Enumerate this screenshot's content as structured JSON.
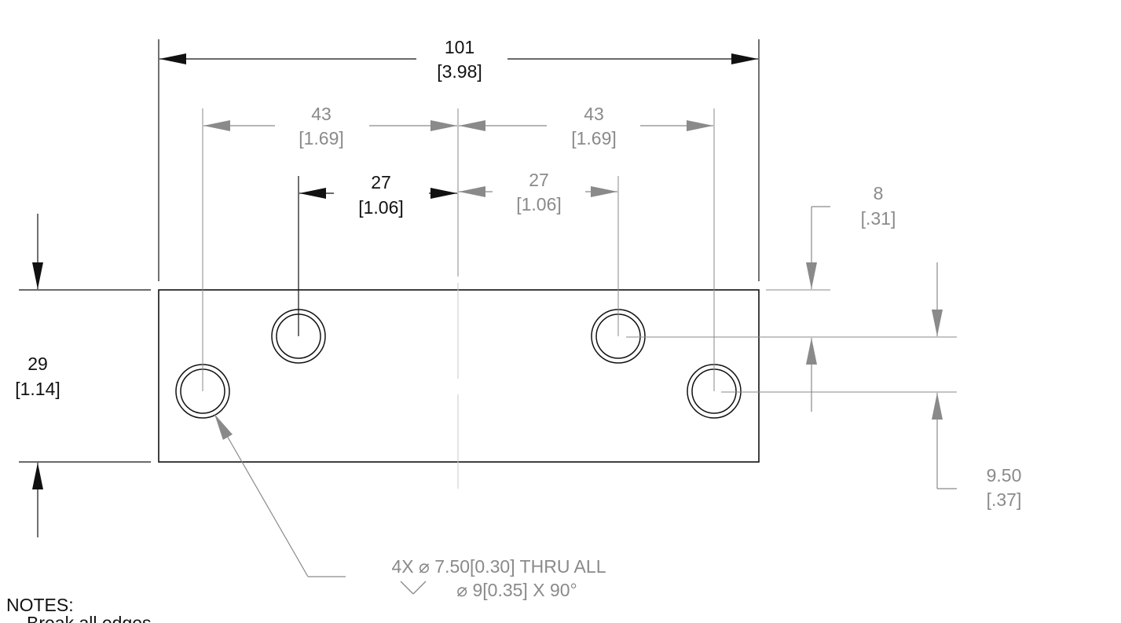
{
  "colors": {
    "primary_ink": "#111111",
    "reference_ink": "#8a8a8a",
    "background": "#ffffff"
  },
  "dims": {
    "overall_width": {
      "mm": "101",
      "inch": "[3.98]"
    },
    "outer_left": {
      "mm": "43",
      "inch": "[1.69]"
    },
    "outer_right": {
      "mm": "43",
      "inch": "[1.69]"
    },
    "inner_left": {
      "mm": "27",
      "inch": "[1.06]"
    },
    "inner_right": {
      "mm": "27",
      "inch": "[1.06]"
    },
    "top_offset": {
      "mm": "8",
      "inch": "[.31]"
    },
    "hole_pitch": {
      "mm": "9.50",
      "inch": "[.37]"
    },
    "height": {
      "mm": "29",
      "inch": "[1.14]"
    }
  },
  "callout": {
    "line1": "4X ⌀ 7.50[0.30]  THRU ALL",
    "line2": "⌀ 9[0.35]  X 90°",
    "csink_icon": "countersink-icon"
  },
  "notes": {
    "heading": "NOTES:",
    "items": [
      "Break all edges"
    ]
  }
}
